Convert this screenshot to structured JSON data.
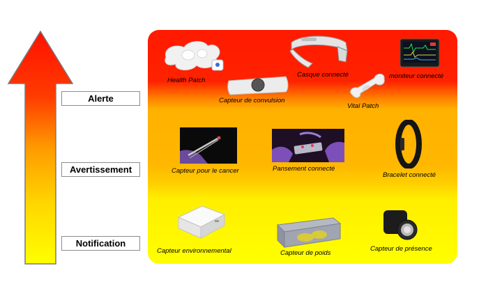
{
  "levels": {
    "alerte": "Alerte",
    "avertissement": "Avertissement",
    "notification": "Notification"
  },
  "devices": {
    "health_patch": "Health Patch",
    "casque": "Casque connecté",
    "moniteur": "moniteur connecté",
    "convulsion": "Capteur de convulsion",
    "vital_patch": "Vital Patch",
    "cancer": "Capteur pour le cancer",
    "pansement": "Pansement connecté",
    "bracelet": "Bracelet connecté",
    "environnemental": "Capteur environnemental",
    "poids": "Capteur de poids",
    "presence": "Capteur de présence"
  },
  "colors": {
    "alert_red": "#ff1a00",
    "warning_orange": "#ffb700",
    "notification_yellow": "#ffff00",
    "arrow_outline": "#7a7a7a"
  },
  "icons": [
    "up-arrow",
    "health-patch",
    "headset",
    "monitor",
    "seizure-sensor",
    "vital-patch",
    "cancer-sensor-tweezers",
    "smart-bandage",
    "wristband",
    "environment-sensor",
    "load-cell",
    "presence-sensor"
  ]
}
